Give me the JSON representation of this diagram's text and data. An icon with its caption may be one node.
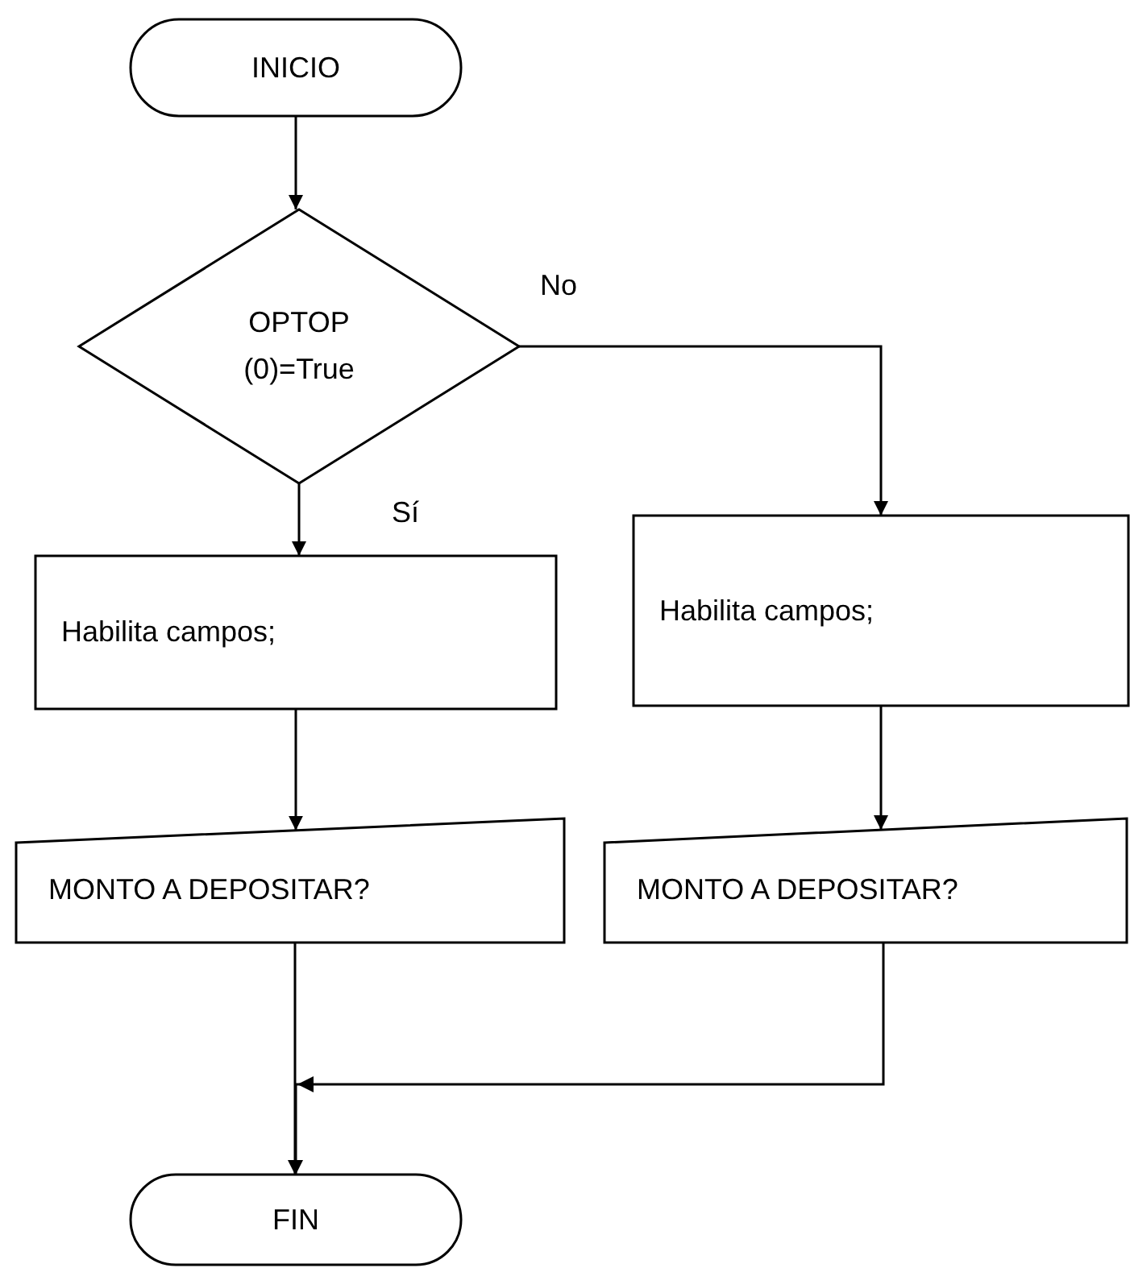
{
  "diagram": {
    "nodes": [
      {
        "text": [
          "INICIO"
        ]
      },
      {
        "text": [
          "OPTOP (0)=True"
        ]
      },
      {
        "text": [
          "Habilita campos;"
        ]
      },
      {
        "text": [
          "Habilita campos;"
        ]
      },
      {
        "text": [
          "MONTO A DEPOSITAR?"
        ]
      },
      {
        "text": [
          "MONTO A DEPOSITAR?"
        ]
      },
      {
        "text": [
          "FIN"
        ]
      }
    ],
    "edges": [
      {
        "from": 0,
        "to": 1,
        "arrow": "to"
      },
      {
        "from": 1,
        "to": 2,
        "arrow": "to",
        "label": "Sí"
      },
      {
        "from": 1,
        "to": 3,
        "arrow": "to",
        "label": "No"
      },
      {
        "from": 2,
        "to": 4,
        "arrow": "to"
      },
      {
        "from": 3,
        "to": 5,
        "arrow": "to"
      },
      {
        "from": 4,
        "to": 6,
        "arrow": "to"
      },
      {
        "from": 5,
        "to": 6,
        "arrow": "to"
      }
    ]
  }
}
